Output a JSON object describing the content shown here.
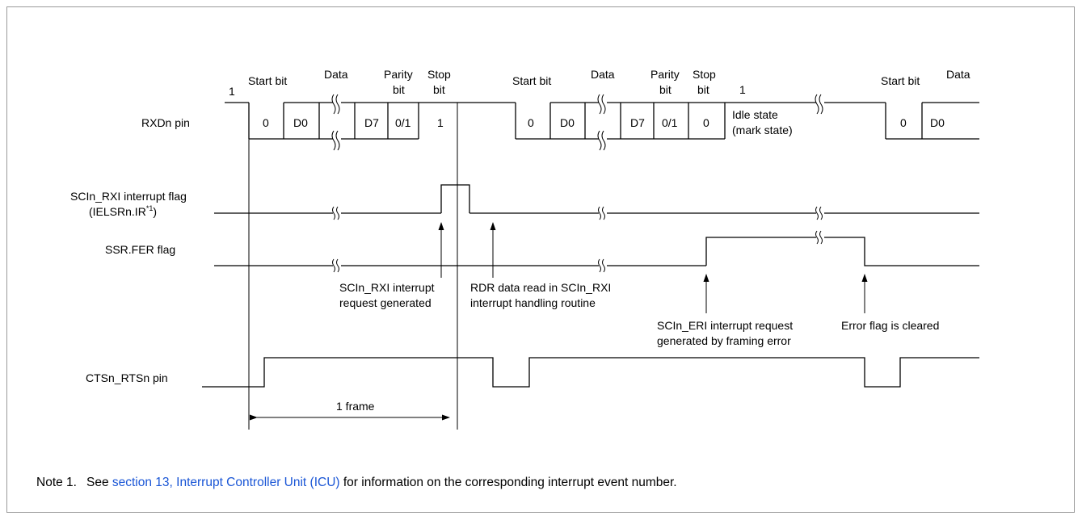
{
  "rows": {
    "rxd": "RXDn pin",
    "rxi_line1": "SCIn_RXI interrupt flag",
    "rxi_line2_pre": "(IELSRn.IR",
    "rxi_line2_sup": "*1",
    "rxi_line2_post": ")",
    "fer": "SSR.FER flag",
    "cts": "CTSn_RTSn pin"
  },
  "frame1": {
    "level1": "1",
    "start_bit": "Start bit",
    "data": "Data",
    "parity": "Parity",
    "parity_bit": "bit",
    "stop": "Stop",
    "stop_bit": "bit",
    "b_start": "0",
    "b_d0": "D0",
    "b_d7": "D7",
    "b_parity": "0/1",
    "b_stop": "1"
  },
  "frame2": {
    "start_bit": "Start bit",
    "data": "Data",
    "parity": "Parity",
    "parity_bit": "bit",
    "stop": "Stop",
    "stop_bit": "bit",
    "level1": "1",
    "b_start": "0",
    "b_d0": "D0",
    "b_d7": "D7",
    "b_parity": "0/1",
    "b_stop": "0",
    "idle1": "Idle state",
    "idle2": "(mark state)"
  },
  "frame3": {
    "start_bit": "Start bit",
    "data": "Data",
    "b_start": "0",
    "b_d0": "D0"
  },
  "annotations": {
    "rxi_req1": "SCIn_RXI interrupt",
    "rxi_req2": "request generated",
    "rdr1": "RDR data read in SCIn_RXI",
    "rdr2": "interrupt handling routine",
    "eri1": "SCIn_ERI interrupt request",
    "eri2": "generated by framing error",
    "err_clear": "Error flag is cleared",
    "one_frame": "1 frame"
  },
  "note": {
    "label": "Note 1.",
    "pre": "See ",
    "link": "section 13, Interrupt Controller Unit (ICU)",
    "post": " for information on the corresponding interrupt event number."
  }
}
